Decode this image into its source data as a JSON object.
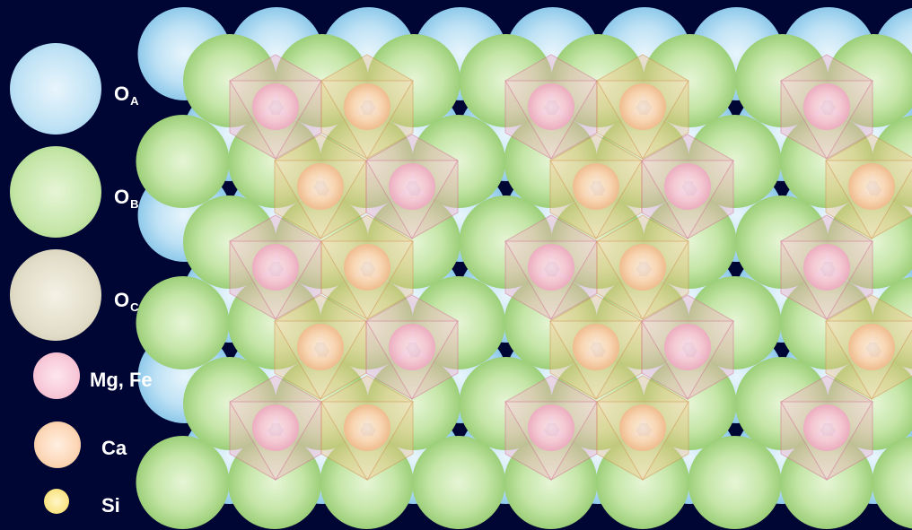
{
  "legend": [
    {
      "id": "oa",
      "main": "O",
      "sub": "A",
      "color": "#a8d8f0"
    },
    {
      "id": "ob",
      "main": "O",
      "sub": "B",
      "color": "#b8de98"
    },
    {
      "id": "oc",
      "main": "O",
      "sub": "C",
      "color": "#dcd6c0"
    },
    {
      "id": "mgfe",
      "main": "Mg, Fe",
      "sub": "",
      "color": "#f6c4d6"
    },
    {
      "id": "ca",
      "main": "Ca",
      "sub": "",
      "color": "#fbd2b0"
    },
    {
      "id": "si",
      "main": "Si",
      "sub": "",
      "color": "#f8e070"
    }
  ],
  "colors": {
    "background": "#000633",
    "oa": "#a8d8f0",
    "ob": "#b8de98",
    "oc": "#dcd6c0",
    "mgfe": "#f6c4d6",
    "ca": "#fbd2b0",
    "si": "#f8e070"
  }
}
